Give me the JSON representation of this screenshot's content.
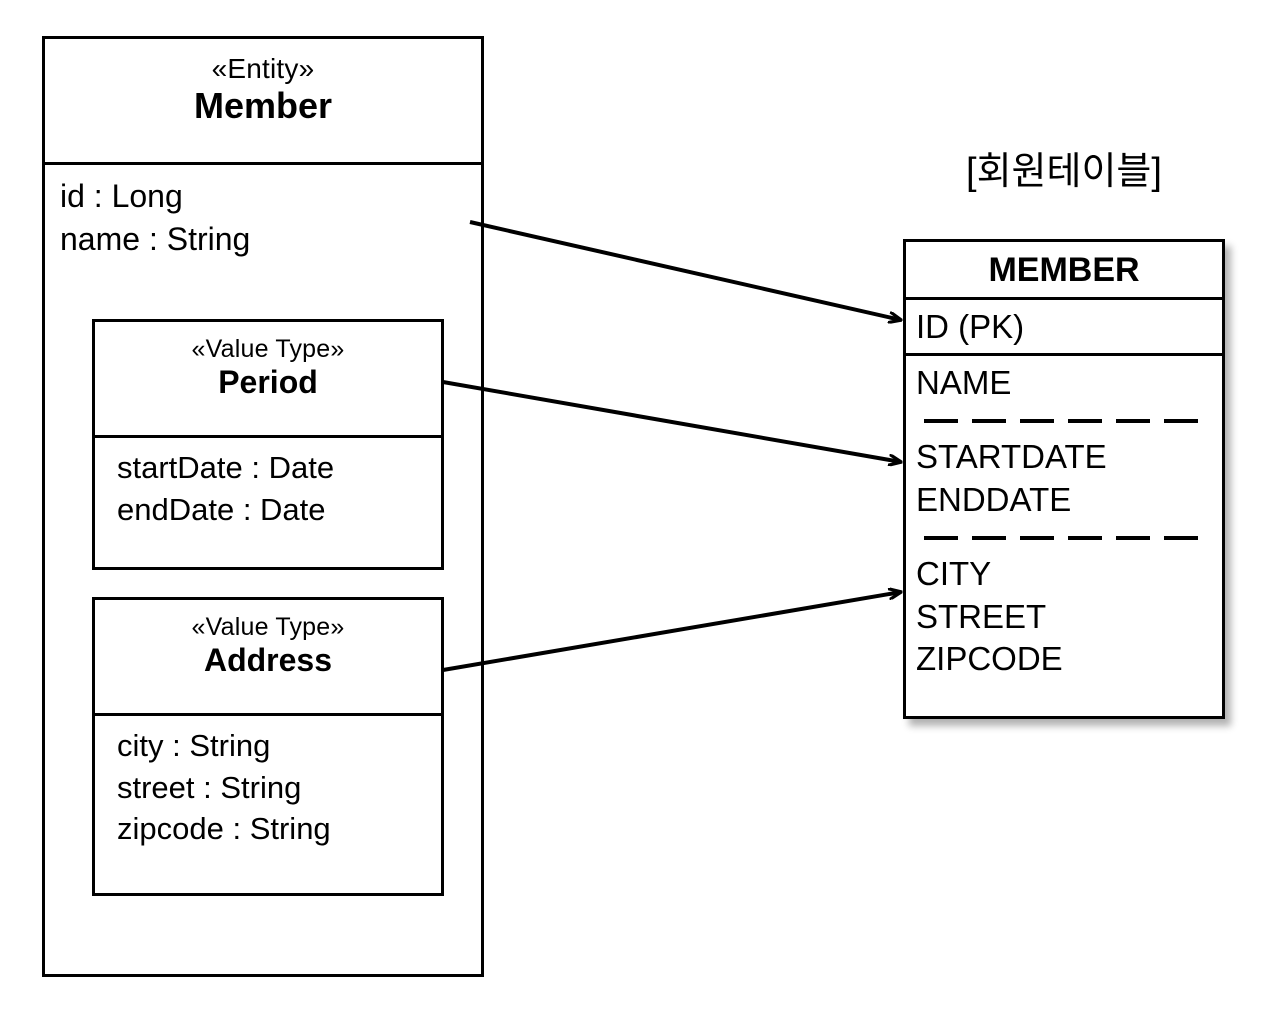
{
  "diagram": {
    "title_caption": "[회원테이블]"
  },
  "member_entity": {
    "stereotype": "«Entity»",
    "name": "Member",
    "attributes": [
      "id : Long",
      "name : String"
    ]
  },
  "period_value_type": {
    "stereotype": "«Value Type»",
    "name": "Period",
    "attributes": [
      "startDate : Date",
      "endDate : Date"
    ]
  },
  "address_value_type": {
    "stereotype": "«Value Type»",
    "name": "Address",
    "attributes": [
      "city : String",
      "street : String",
      "zipcode : String"
    ]
  },
  "member_table": {
    "caption": "[회원테이블]",
    "title": "MEMBER",
    "primary_key": "ID (PK)",
    "column_groups": [
      {
        "columns": [
          "NAME"
        ]
      },
      {
        "columns": [
          "STARTDATE",
          "ENDDATE"
        ]
      },
      {
        "columns": [
          "CITY",
          "STREET",
          "ZIPCODE"
        ]
      }
    ]
  },
  "mappings": [
    {
      "from": "Member",
      "to": "ID (PK)"
    },
    {
      "from": "Period",
      "to": "STARTDATE"
    },
    {
      "from": "Address",
      "to": "CITY"
    }
  ],
  "colors": {
    "stroke": "#000000",
    "background": "#ffffff"
  }
}
